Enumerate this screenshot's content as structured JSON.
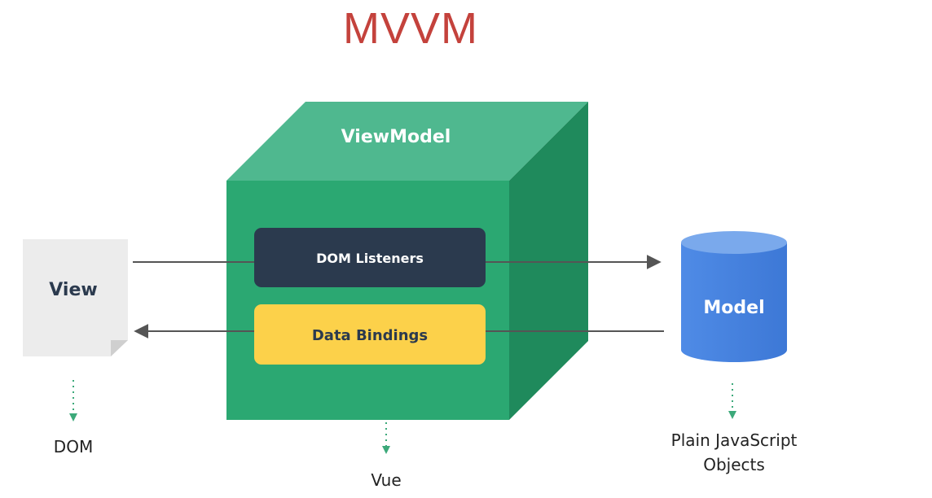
{
  "title": "MVVM",
  "viewmodel": {
    "title": "ViewModel",
    "dom_listeners": "DOM Listeners",
    "data_bindings": "Data Bindings",
    "caption": "Vue"
  },
  "view": {
    "label": "View",
    "caption": "DOM"
  },
  "model": {
    "label": "Model",
    "caption_line1": "Plain JavaScript",
    "caption_line2": "Objects"
  },
  "colors": {
    "title": "#c4423c",
    "cube_front": "#2ba872",
    "cube_top": "#4fb88f",
    "cube_side": "#1f8a5c",
    "dom_listeners_bg": "#2b3a4e",
    "data_bindings_bg": "#fcd14a",
    "model_cylinder": "#4a86e0",
    "view_doc": "#ececec",
    "arrow": "#555555",
    "dotted_arrow": "#3ca97a"
  }
}
